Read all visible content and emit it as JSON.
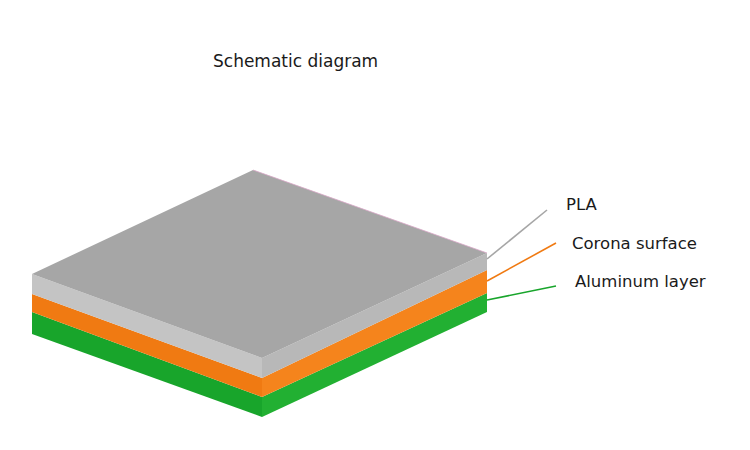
{
  "diagram": {
    "title": "Schematic diagram",
    "labels": [
      "PLA",
      "Corona surface",
      "Aluminum layer"
    ]
  }
}
